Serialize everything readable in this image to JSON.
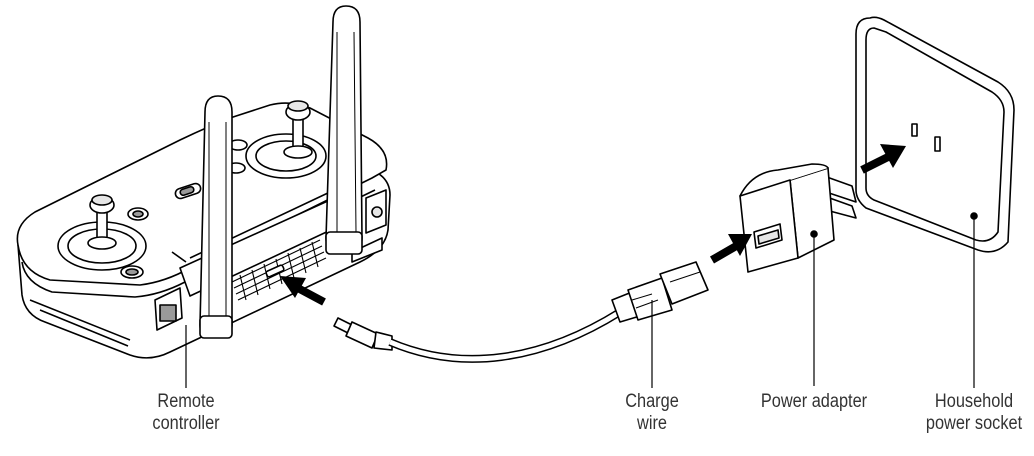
{
  "colors": {
    "stroke": "#000000",
    "fill": "#ffffff",
    "shade": "#e6e6e6",
    "dark_shade": "#9a9a9a",
    "label_text": "#333333"
  },
  "labels": {
    "remote_controller": [
      "Remote",
      "controller"
    ],
    "charge_wire": [
      "Charge",
      "wire"
    ],
    "power_adapter": [
      "Power adapter"
    ],
    "household_power_socket": [
      "Household",
      "power socket"
    ]
  }
}
